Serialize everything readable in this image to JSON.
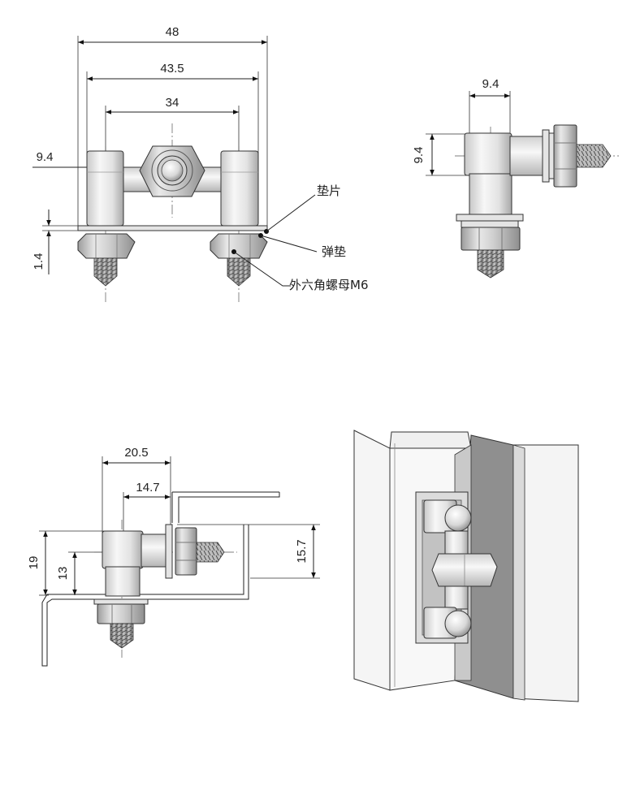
{
  "front_view": {
    "dim_total_width": "48",
    "dim_inner_width": "43.5",
    "dim_bolt_spacing": "34",
    "dim_block_width": "9.4",
    "dim_washer_thickness": "1.4",
    "callout_washer": "垫片",
    "callout_spring_washer": "弹垫",
    "callout_hex_nut": "外六角螺母M6"
  },
  "side_view": {
    "dim_width": "9.4",
    "dim_height": "9.4"
  },
  "install_view": {
    "dim_outer_offset": "20.5",
    "dim_inner_offset": "14.7",
    "dim_height_total": "19",
    "dim_height_axis": "13",
    "dim_gap": "15.7"
  },
  "colors": {
    "line": "#222222",
    "metal_light": "#f2f2f2",
    "metal_dark": "#9a9a9a",
    "panel_dark": "#8c8c8c"
  }
}
